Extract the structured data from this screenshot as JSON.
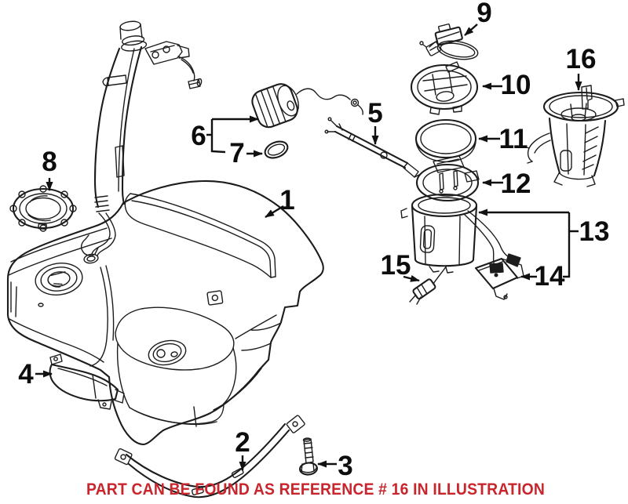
{
  "caption": {
    "text": "PART CAN BE FOUND AS REFERENCE # 16 IN ILLUSTRATION",
    "color": "#c8252c"
  },
  "labels": {
    "p1": "1",
    "p2": "2",
    "p3": "3",
    "p4": "4",
    "p5": "5",
    "p6": "6",
    "p7": "7",
    "p8": "8",
    "p9": "9",
    "p10": "10",
    "p11": "11",
    "p12": "12",
    "p13": "13",
    "p14": "14",
    "p15": "15",
    "p16": "16"
  },
  "colors": {
    "line": "#1c1c1c",
    "background": "#ffffff",
    "label": "#0d0d0d"
  }
}
